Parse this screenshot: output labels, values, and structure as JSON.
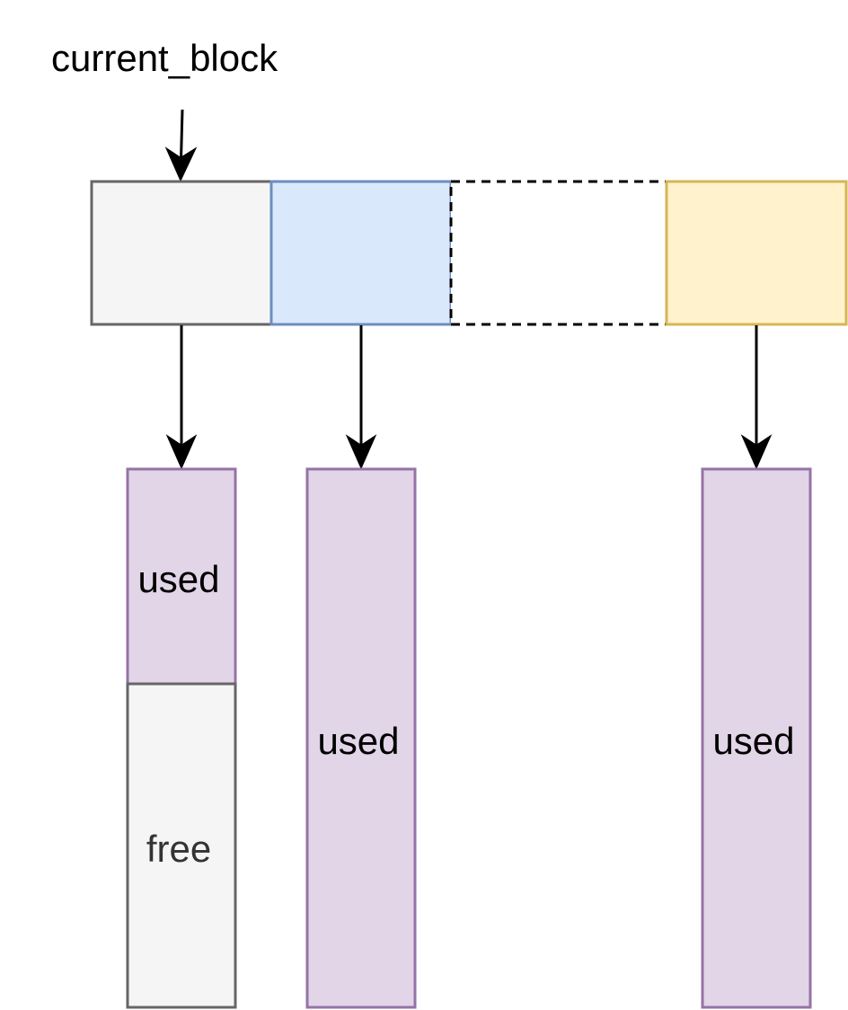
{
  "pointer_label": "current_block",
  "colors": {
    "gray_fill": "#f5f5f5",
    "gray_stroke": "#666666",
    "blue_fill": "#dae8fc",
    "blue_stroke": "#6c8ebf",
    "yellow_fill": "#fff2cc",
    "yellow_stroke": "#d6b656",
    "purple_fill": "#e1d5e7",
    "purple_stroke": "#9673a6",
    "dashed_stroke": "#000000",
    "free_text": "#333333"
  },
  "blocks": [
    {
      "name": "block-slot-1",
      "style": "gray"
    },
    {
      "name": "block-slot-2",
      "style": "blue"
    },
    {
      "name": "block-slot-3",
      "style": "dashed-empty"
    },
    {
      "name": "block-slot-4",
      "style": "yellow"
    }
  ],
  "memory": [
    {
      "segments": [
        {
          "label": "used",
          "state": "used"
        },
        {
          "label": "free",
          "state": "free"
        }
      ]
    },
    {
      "segments": [
        {
          "label": "used",
          "state": "used"
        }
      ]
    },
    {
      "segments": [
        {
          "label": "used",
          "state": "used"
        }
      ]
    }
  ]
}
